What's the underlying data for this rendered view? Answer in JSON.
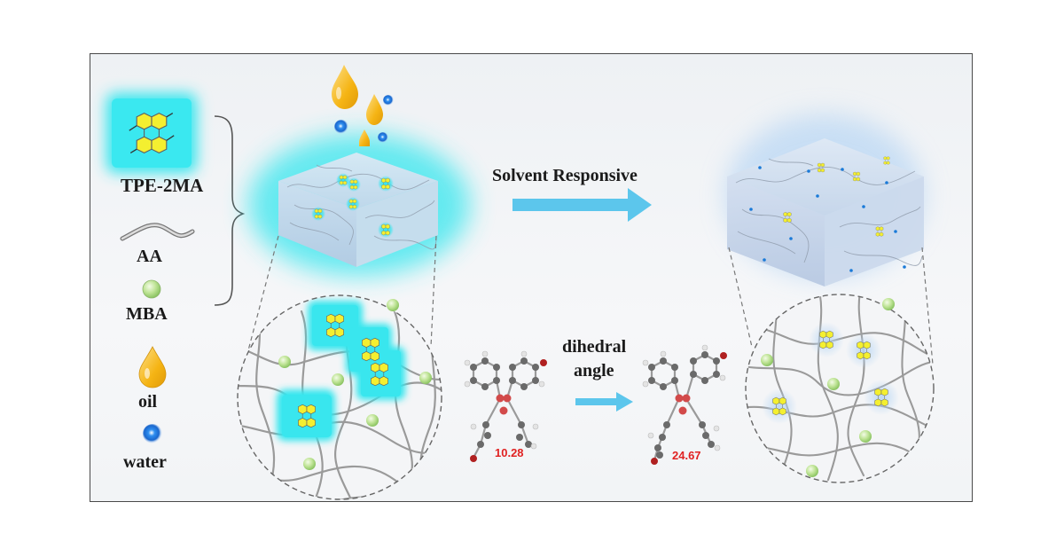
{
  "legend": {
    "tpe": "TPE-2MA",
    "aa": "AA",
    "mba": "MBA",
    "oil": "oil",
    "water": "water"
  },
  "process": {
    "solvent_label": "Solvent Responsive",
    "dihedral_line1": "dihedral",
    "dihedral_line2": "angle"
  },
  "angles": {
    "before": "10.28",
    "after": "24.67"
  },
  "colors": {
    "glow": "#34e6ee",
    "luminogen": "#f4ef30",
    "crosslinker": "#b8e08c",
    "arrow": "#5cc6ec",
    "oil": "#f2b41a",
    "water": "#1a7ad8",
    "angle_text": "#e02222"
  }
}
